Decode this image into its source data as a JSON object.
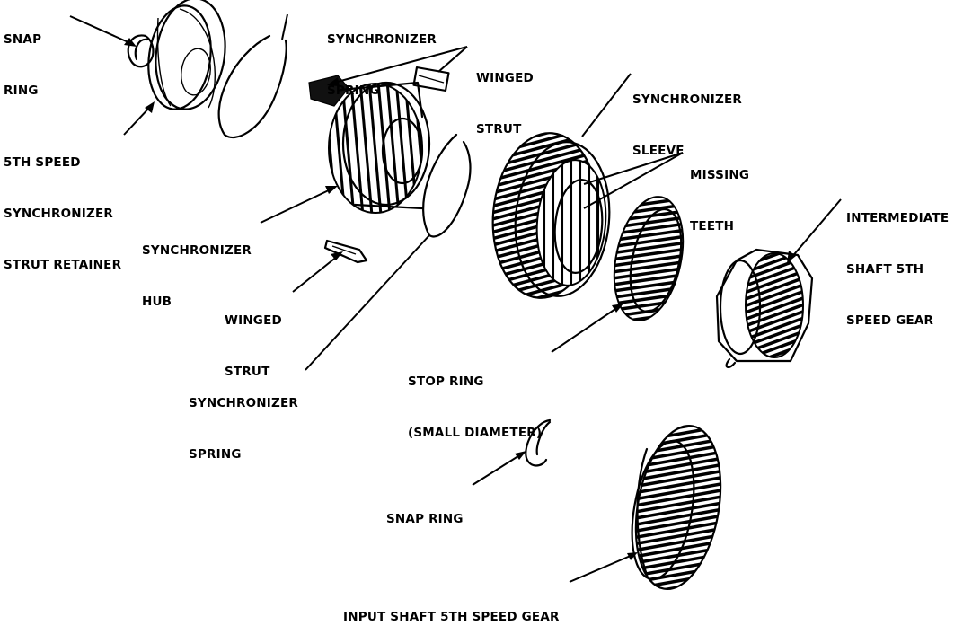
{
  "labels": {
    "snap_ring_top": [
      "SNAP",
      "RING"
    ],
    "synchronizer_spring_top": [
      "SYNCHRONIZER",
      "SPRING"
    ],
    "winged_strut_top": [
      "WINGED",
      "STRUT"
    ],
    "strut_retainer": [
      "5TH SPEED",
      "SYNCHRONIZER",
      "STRUT RETAINER"
    ],
    "synchronizer_sleeve": [
      "SYNCHRONIZER",
      "SLEEVE"
    ],
    "missing_teeth": [
      "MISSING",
      "TEETH"
    ],
    "intermediate_gear": [
      "INTERMEDIATE",
      "SHAFT 5TH",
      "SPEED GEAR"
    ],
    "synchronizer_hub": [
      "SYNCHRONIZER",
      "HUB"
    ],
    "winged_strut_bottom": [
      "WINGED",
      "STRUT"
    ],
    "synchronizer_spring_bottom": [
      "SYNCHRONIZER",
      "SPRING"
    ],
    "stop_ring": [
      "STOP RING",
      "(SMALL DIAMETER)"
    ],
    "snap_ring_bottom": [
      "SNAP RING"
    ],
    "input_gear": [
      "INPUT SHAFT 5TH SPEED GEAR"
    ]
  },
  "colors": {
    "ink": "#000000",
    "paper": "#ffffff"
  }
}
